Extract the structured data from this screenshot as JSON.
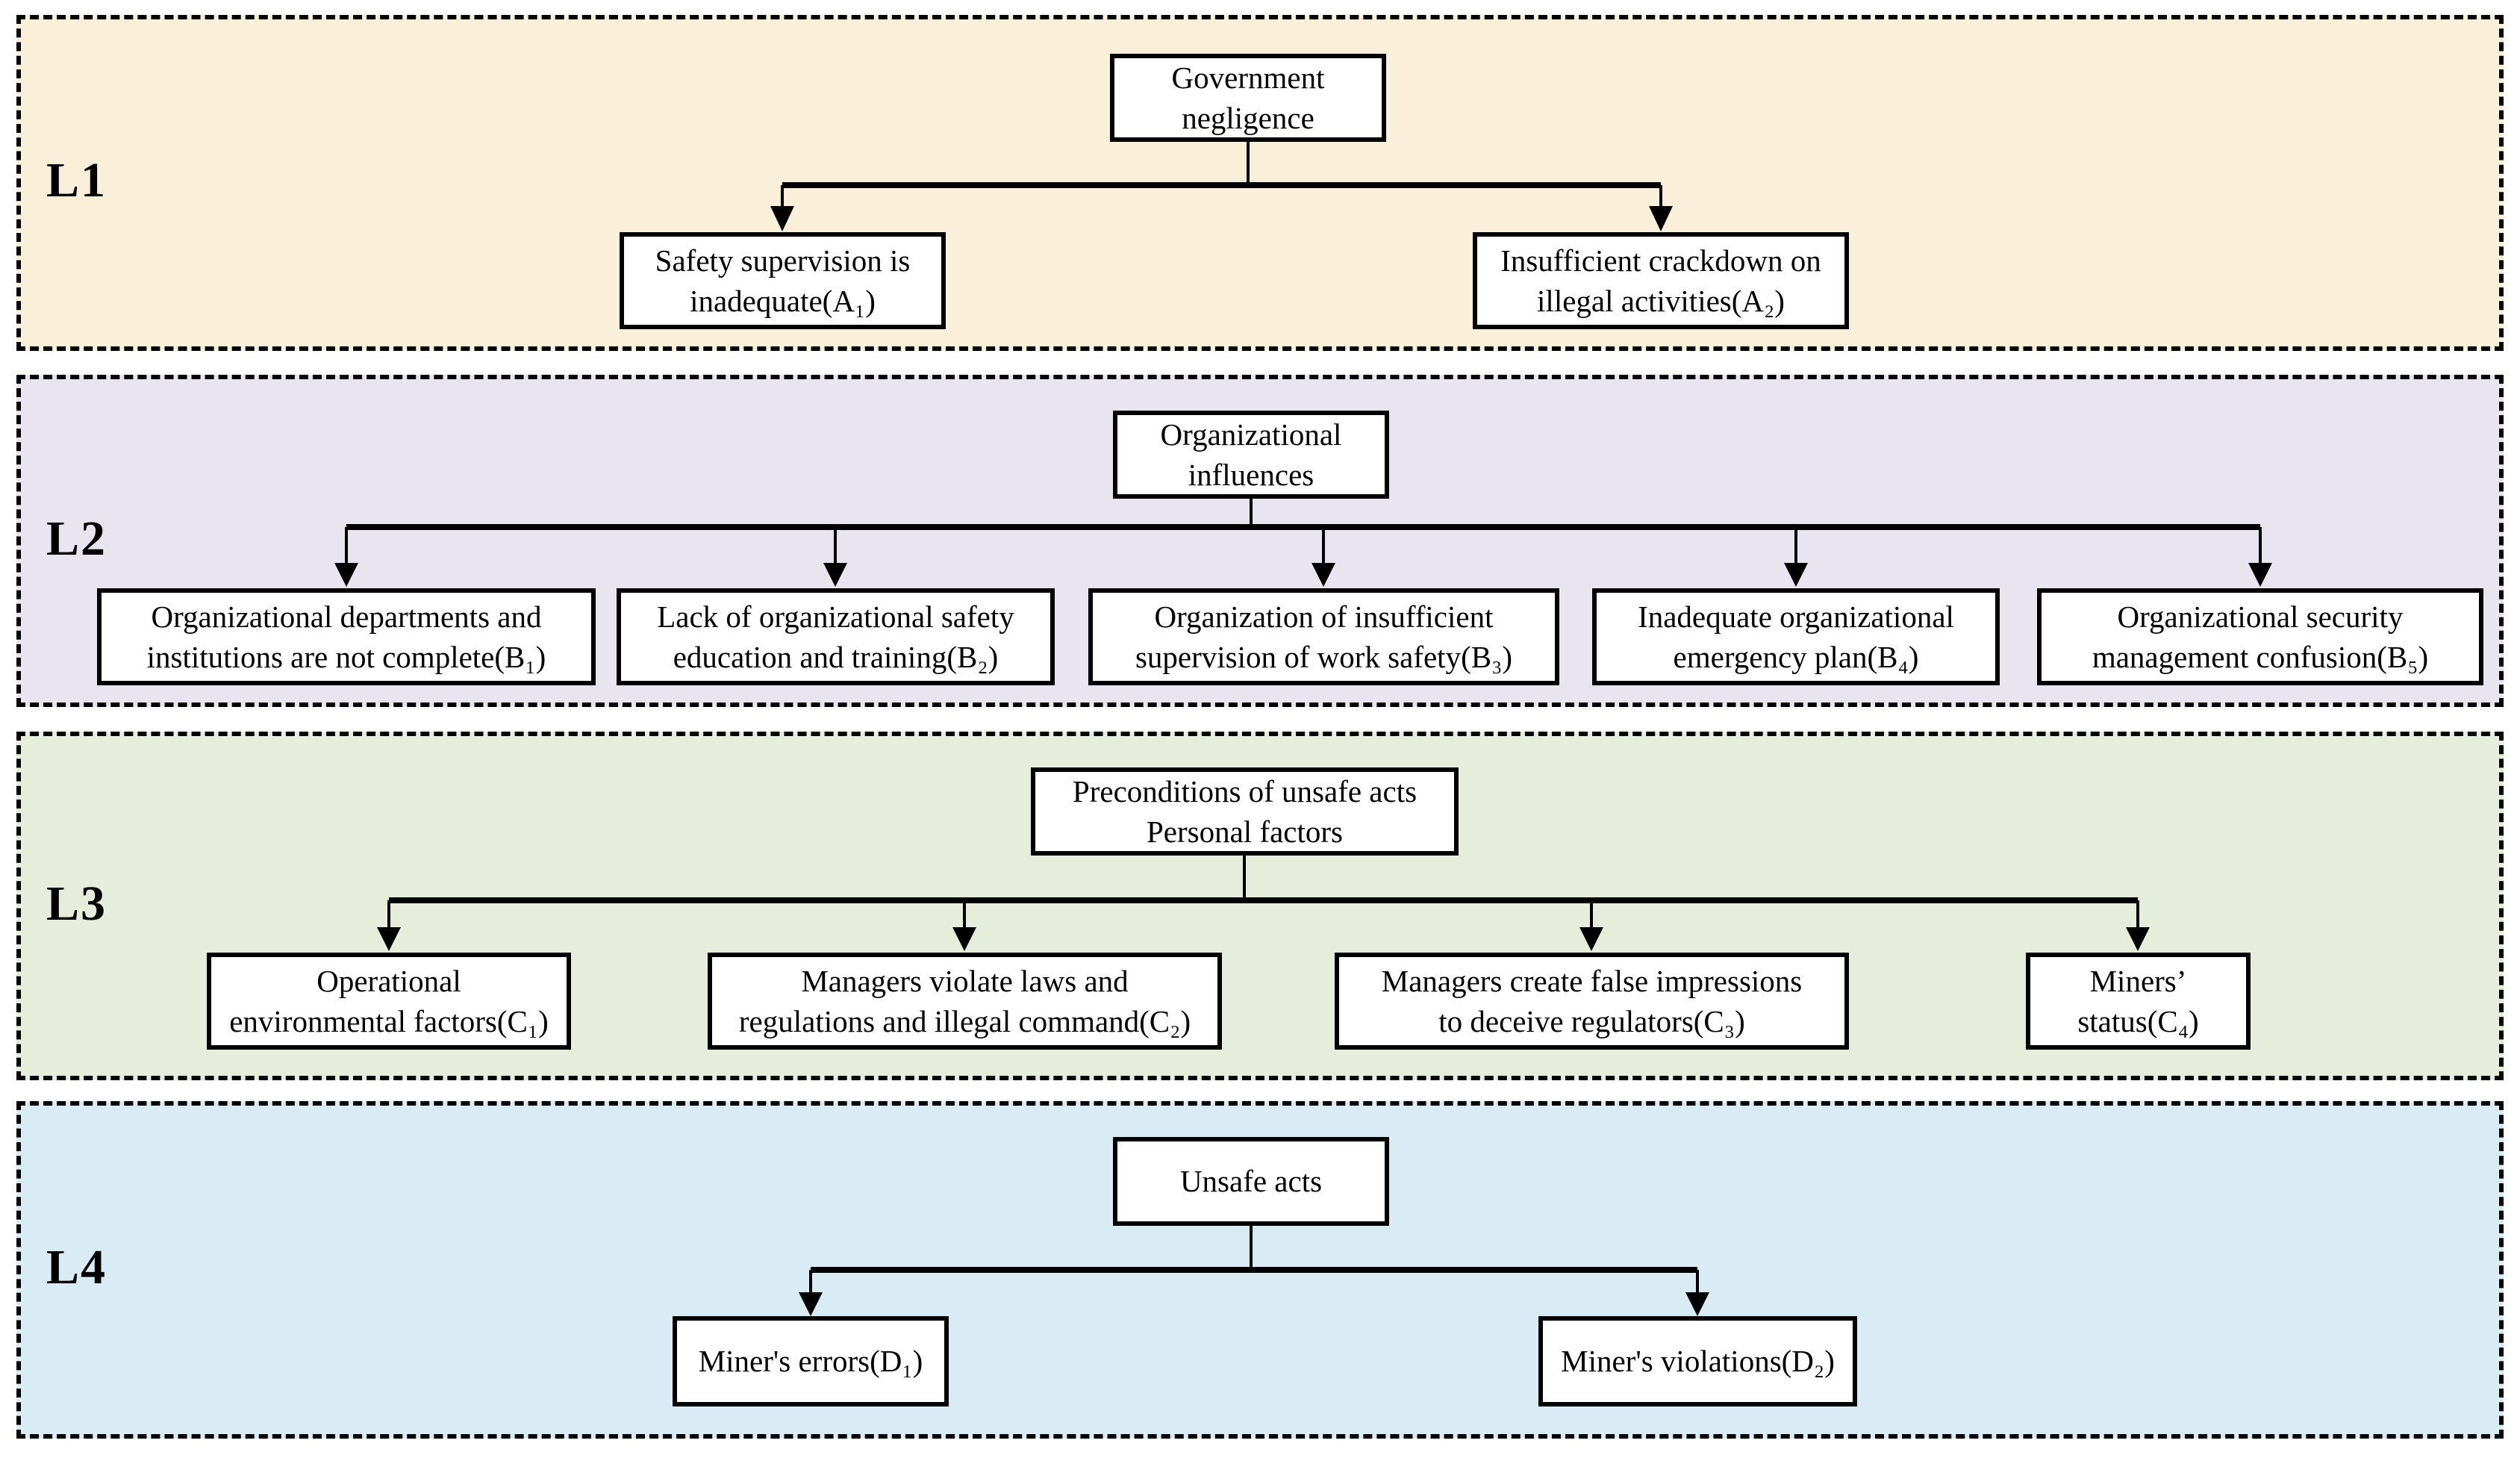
{
  "diagram_title": "HFACS-style four-level cause classification diagram",
  "colors": {
    "band_l1_bg": "#faf0da",
    "band_l2_bg": "#e8e5f0",
    "band_l3_bg": "#e6edda",
    "band_l4_bg": "#d9ebf4",
    "box_bg": "#ffffff",
    "box_border": "#000000",
    "line_color": "#000000"
  },
  "levels": [
    {
      "label": "L1",
      "bg": "#faf0da",
      "root": {
        "lines": [
          "Government",
          "negligence"
        ]
      },
      "children": [
        {
          "lines": [
            "Safety supervision is",
            "inadequate(A₁)"
          ]
        },
        {
          "lines": [
            "Insufficient crackdown on",
            "illegal activities(A₂)"
          ]
        }
      ]
    },
    {
      "label": "L2",
      "bg": "#e8e5f0",
      "root": {
        "lines": [
          "Organizational",
          "influences"
        ]
      },
      "children": [
        {
          "lines": [
            "Organizational departments and",
            "institutions are not complete(B₁)"
          ]
        },
        {
          "lines": [
            "Lack of organizational safety",
            "education and training(B₂)"
          ]
        },
        {
          "lines": [
            "Organization of insufficient",
            "supervision of work safety(B₃)"
          ]
        },
        {
          "lines": [
            "Inadequate organizational",
            "emergency plan(B₄)"
          ]
        },
        {
          "lines": [
            "Organizational security",
            "management confusion(B₅)"
          ]
        }
      ]
    },
    {
      "label": "L3",
      "bg": "#e6edda",
      "root": {
        "lines": [
          "Preconditions of unsafe acts",
          "Personal factors"
        ]
      },
      "children": [
        {
          "lines": [
            "Operational",
            "environmental factors(C₁)"
          ]
        },
        {
          "lines": [
            "Managers violate laws and",
            "regulations and illegal command(C₂)"
          ]
        },
        {
          "lines": [
            "Managers create false impressions",
            "to deceive regulators(C₃)"
          ]
        },
        {
          "lines": [
            "Miners’",
            "status(C₄)"
          ]
        }
      ]
    },
    {
      "label": "L4",
      "bg": "#d9ebf4",
      "root": {
        "lines": [
          "Unsafe acts",
          ""
        ]
      },
      "children": [
        {
          "lines": [
            "Miner's errors(D₁)",
            ""
          ]
        },
        {
          "lines": [
            "Miner's violations(D₂)",
            ""
          ]
        }
      ]
    }
  ]
}
